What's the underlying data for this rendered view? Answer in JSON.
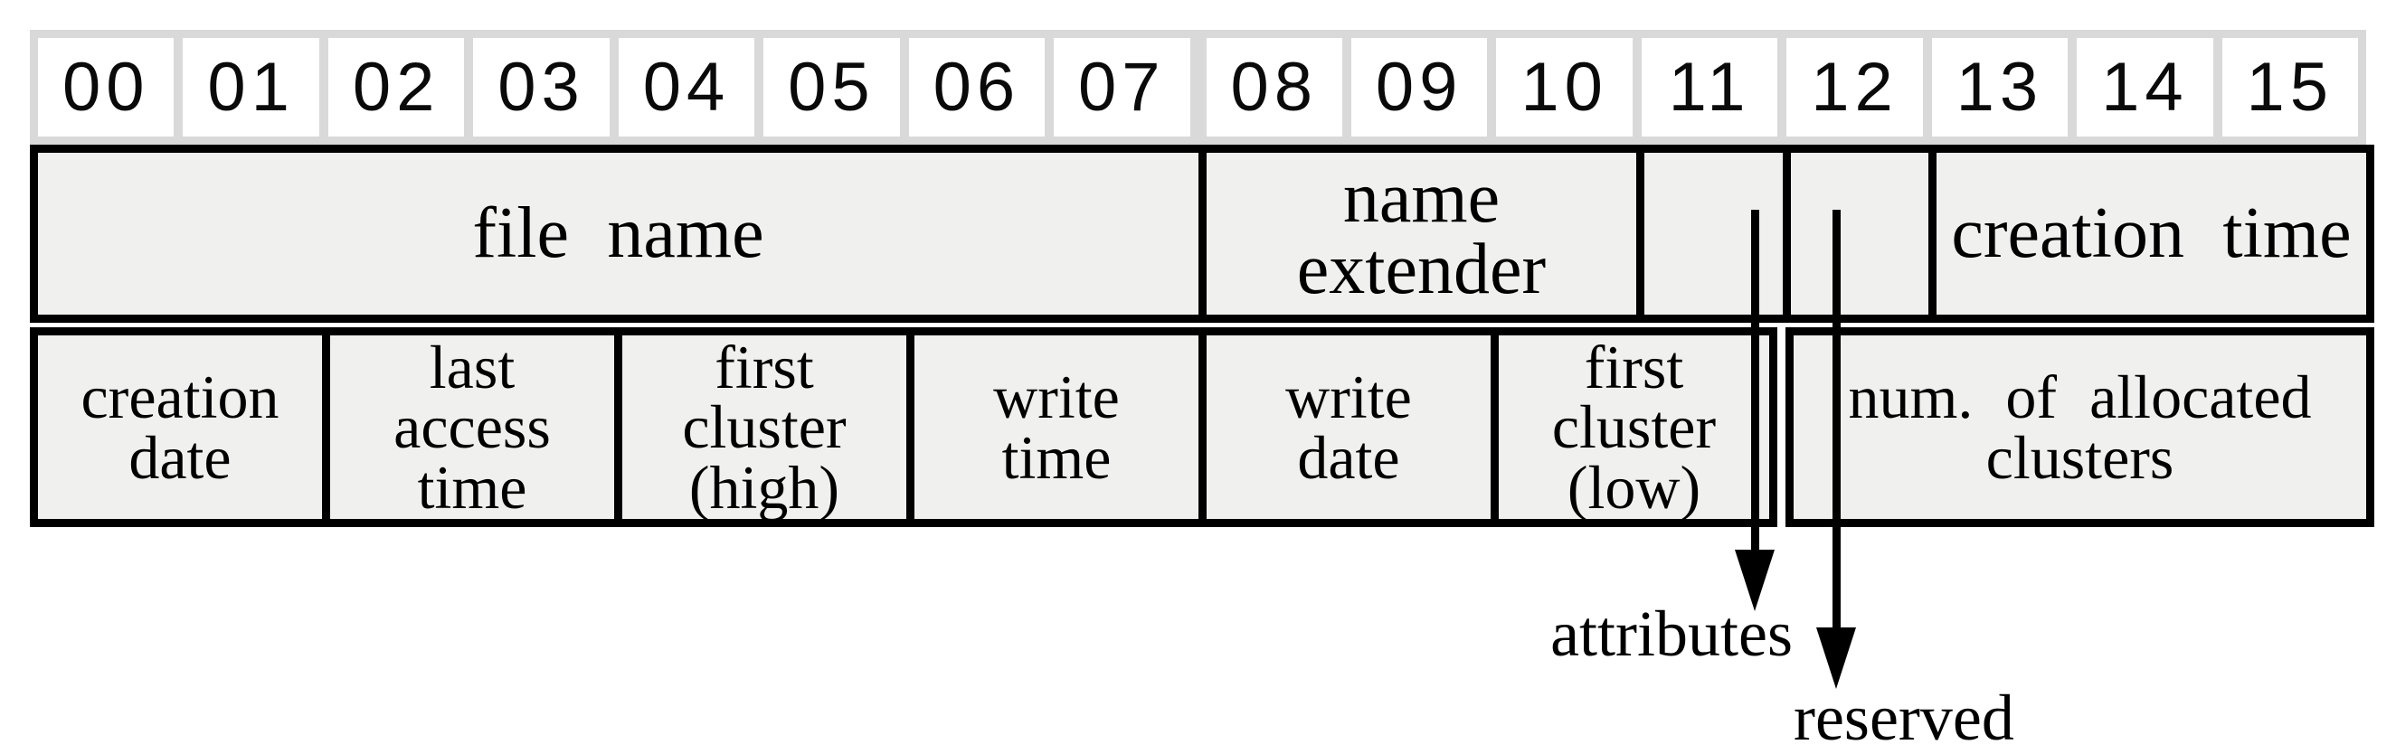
{
  "diagram": {
    "byte_header": [
      "00",
      "01",
      "02",
      "03",
      "04",
      "05",
      "06",
      "07",
      "08",
      "09",
      "10",
      "11",
      "12",
      "13",
      "14",
      "15"
    ],
    "row1": {
      "cells": [
        {
          "label": "file name",
          "bytes": "00-07"
        },
        {
          "label": "name\nextender",
          "bytes": "08-10"
        },
        {
          "label": "",
          "bytes": "11"
        },
        {
          "label": "",
          "bytes": "12"
        },
        {
          "label": "creation time",
          "bytes": "13-15"
        }
      ]
    },
    "row2": {
      "cells": [
        {
          "label": "creation\ndate",
          "bytes": "00-01"
        },
        {
          "label": "last\naccess\ntime",
          "bytes": "02-03"
        },
        {
          "label": "first\ncluster\n(high)",
          "bytes": "04-05"
        },
        {
          "label": "write\ntime",
          "bytes": "06-07"
        },
        {
          "label": "write\ndate",
          "bytes": "08-09"
        },
        {
          "label": "first\ncluster\n(low)",
          "bytes": "10-11"
        },
        {
          "label": "num. of allocated\nclusters",
          "bytes": "12-15"
        }
      ]
    },
    "annotations": [
      {
        "label": "attributes",
        "points_to_byte": "11"
      },
      {
        "label": "reserved",
        "points_to_byte": "12"
      }
    ],
    "colors": {
      "header_strip": "#d9d9d9",
      "header_cell": "#ffffff",
      "field_fill": "#f0f0ef",
      "border": "#000000"
    }
  }
}
